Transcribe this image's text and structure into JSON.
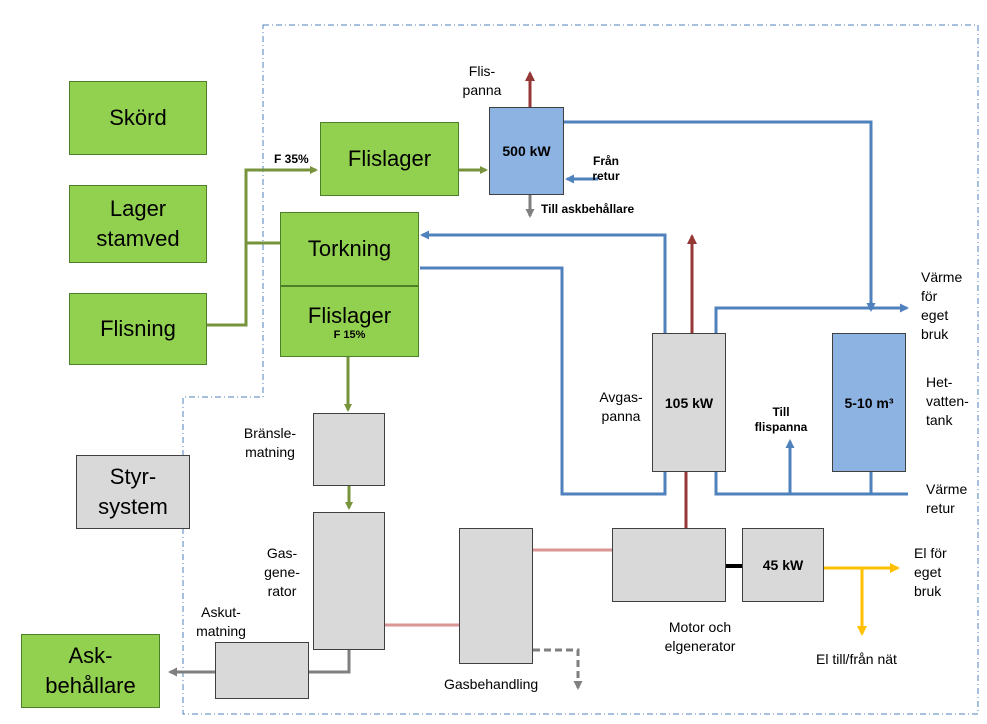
{
  "colors": {
    "green_box": "#92d050",
    "grey_box": "#d9d9d9",
    "blue_box": "#8db3e2",
    "green_line": "#77933c",
    "blue_line": "#4f81bd",
    "red_line": "#953735",
    "grey_line": "#7f7f7f",
    "pink_line": "#d99694",
    "yellow_line": "#ffc000",
    "boundary": "#4f81bd"
  },
  "boxes": {
    "skord": "Skörd",
    "lager_stamved": "Lager\nstamved",
    "flisning": "Flisning",
    "flislager_top": "Flislager",
    "torkning": "Torkning",
    "flislager_bottom": "Flislager",
    "flislager_bottom_sub": "F 15%",
    "boiler_500": "500 kW",
    "avgaspanna_105": "105 kW",
    "tank": "5-10 m³",
    "el_45": "45 kW",
    "styrsystem": "Styr-\nsystem",
    "askbehallare": "Ask-\nbehållare"
  },
  "labels": {
    "f35": "F 35%",
    "flispanna": "Flis-\npanna",
    "fran_retur": "Från\nretur",
    "till_askbehallare": "Till askbehållare",
    "varme_eget_bruk": "Värme\nför\neget\nbruk",
    "het_vatten_tank": "Het-\nvatten-\ntank",
    "varme_retur": "Värme\nretur",
    "avgaspanna": "Avgas-\npanna",
    "till_flispanna": "Till\nflispanna",
    "bransle_matning": "Bränsle-\nmatning",
    "gas_generator": "Gas-\ngene-\nrator",
    "askutmatning": "Askut-\nmatning",
    "gasbehandling": "Gasbehandling",
    "motor_elgenerator": "Motor och\nelgenerator",
    "el_eget_bruk": "El för\neget\nbruk",
    "el_till_fran_nat": "El till/från nät"
  }
}
